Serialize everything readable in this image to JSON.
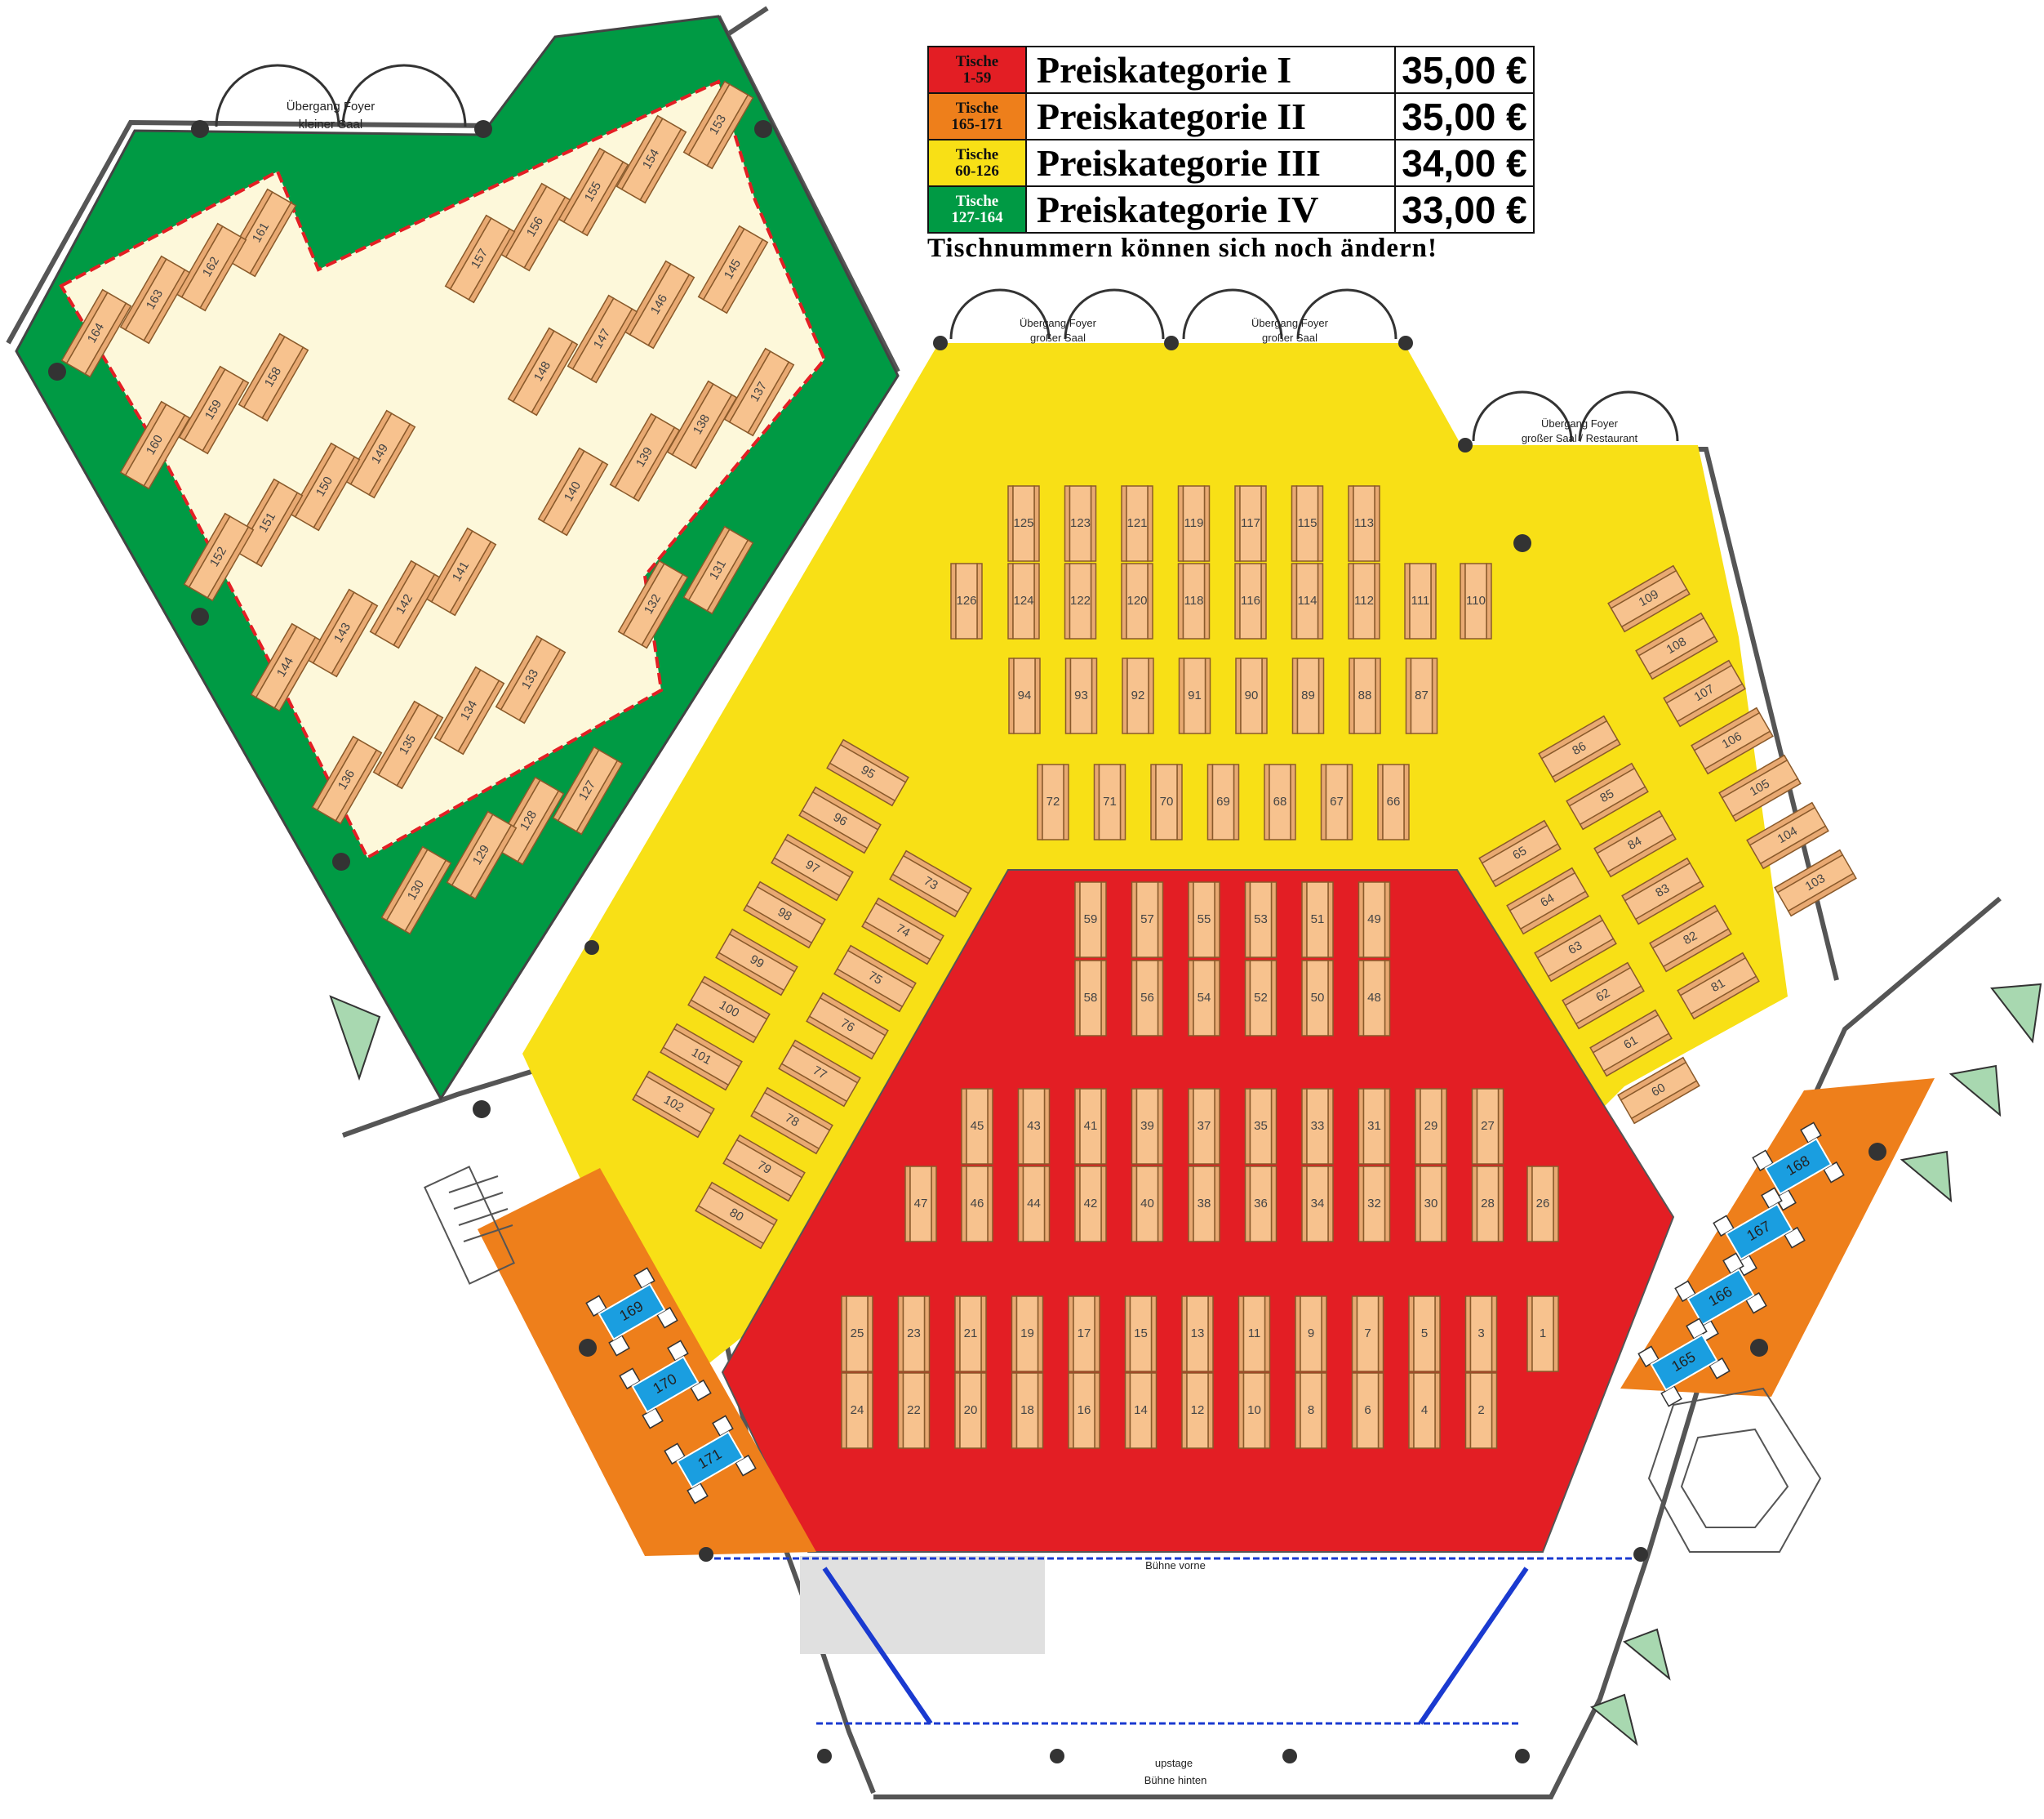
{
  "legend": [
    {
      "tables": "Tische\n1-59",
      "category": "Preiskategorie I",
      "price": "35,00 €",
      "color": "#e31e24"
    },
    {
      "tables": "Tische\n165-171",
      "category": "Preiskategorie II",
      "price": "35,00 €",
      "color": "#ee7f1b"
    },
    {
      "tables": "Tische\n60-126",
      "category": "Preiskategorie III",
      "price": "34,00 €",
      "color": "#f8e016"
    },
    {
      "tables": "Tische\n127-164",
      "category": "Preiskategorie IV",
      "price": "33,00 €",
      "color": "#009a44"
    }
  ],
  "note": "Tischnummern können sich noch ändern!",
  "doors": {
    "small_hall": [
      "Übergang Foyer",
      "kleiner Saal"
    ],
    "big_hall_1": [
      "Übergang Foyer",
      "großer Saal"
    ],
    "big_hall_2": [
      "Übergang Foyer",
      "großer Saal"
    ],
    "restaurant": [
      "Übergang Foyer",
      "großer Saal / Restaurant"
    ]
  },
  "stage": {
    "front": "Bühne vorne",
    "upstage": "upstage",
    "back": "Bühne hinten"
  },
  "zone_colors": {
    "red": "#e31e24",
    "orange": "#ee7f1b",
    "yellow": "#f8e016",
    "green": "#009a44",
    "table_fill": "#f7c28e",
    "bench_fill": "#e8a972",
    "cream": "#fdf8da",
    "blue": "#1a9ee0"
  },
  "tables": {
    "cat1_front_top": [
      "25",
      "23",
      "21",
      "19",
      "17",
      "15",
      "13",
      "11",
      "9",
      "7",
      "5",
      "3"
    ],
    "cat1_front_bottom": [
      "24",
      "22",
      "20",
      "18",
      "16",
      "14",
      "12",
      "10",
      "8",
      "6",
      "4",
      "2"
    ],
    "cat1_front_single": "1",
    "cat1_mid_top": [
      "45",
      "43",
      "41",
      "39",
      "37",
      "35",
      "33",
      "31",
      "29",
      "27"
    ],
    "cat1_mid_bottom": [
      "46",
      "44",
      "42",
      "40",
      "38",
      "36",
      "34",
      "32",
      "30",
      "28"
    ],
    "cat1_mid_singles": [
      "47",
      "26"
    ],
    "cat1_rear_top": [
      "59",
      "57",
      "55",
      "53",
      "51",
      "49"
    ],
    "cat1_rear_bottom": [
      "58",
      "56",
      "54",
      "52",
      "50",
      "48"
    ],
    "cat3_row_72": [
      "72",
      "71",
      "70",
      "69",
      "68",
      "67",
      "66"
    ],
    "cat3_row_94": [
      "94",
      "93",
      "92",
      "91",
      "90",
      "89",
      "88",
      "87"
    ],
    "cat3_top_upper": [
      "125",
      "123",
      "121",
      "119",
      "117",
      "115",
      "113"
    ],
    "cat3_top_lower": [
      "124",
      "122",
      "120",
      "118",
      "116",
      "114",
      "112"
    ],
    "cat3_top_singles": [
      "126",
      "111",
      "110"
    ],
    "cat3_left_inner": [
      "73",
      "74",
      "75",
      "76",
      "77",
      "78",
      "79",
      "80"
    ],
    "cat3_left_outer": [
      "95",
      "96",
      "97",
      "98",
      "99",
      "100",
      "101",
      "102"
    ],
    "cat3_right_inner": [
      "65",
      "64",
      "63",
      "62",
      "61",
      "60"
    ],
    "cat3_right_mid": [
      "86",
      "85",
      "84",
      "83",
      "82",
      "81"
    ],
    "cat3_right_outer": [
      "109",
      "108",
      "107",
      "106",
      "105",
      "104",
      "103"
    ],
    "cat2_left": [
      "169",
      "170",
      "171"
    ],
    "cat2_right": [
      "168",
      "167",
      "166",
      "165"
    ],
    "cat4": [
      "153",
      "154",
      "155",
      "156",
      "157",
      "161",
      "162",
      "163",
      "164",
      "145",
      "146",
      "147",
      "148",
      "158",
      "159",
      "160",
      "137",
      "138",
      "139",
      "140",
      "149",
      "150",
      "151",
      "152",
      "131",
      "132",
      "141",
      "142",
      "143",
      "144",
      "133",
      "134",
      "135",
      "136",
      "127",
      "128",
      "129",
      "130"
    ]
  }
}
